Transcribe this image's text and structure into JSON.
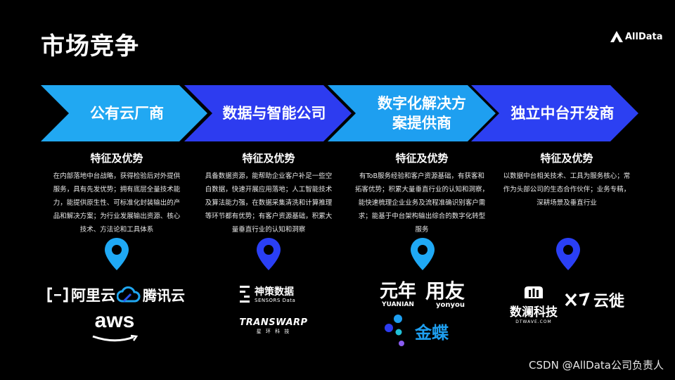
{
  "page": {
    "title": "市场竞争",
    "logo_text": "AllData",
    "watermark": "CSDN @AllData公司负责人"
  },
  "colors": {
    "chevron_1": "#21a8f2",
    "chevron_2": "#2d3cf0",
    "chevron_3": "#1e9ff0",
    "chevron_4": "#2c40f2",
    "pin_cyan": "#1fa9f5",
    "pin_blue": "#2a3ff5"
  },
  "segments": [
    {
      "name": "公有云厂商",
      "heading": "特征及优势",
      "desc_lines": [
        "在内部落地中台战略，获得检验后对外提供",
        "服务，具有先发优势；拥有底层全量技术能",
        "力，能提供原生性、可标准化封装输出的产",
        "品和解决方案；为行业发展输出资源、核心",
        "技术、方法论和工具体系"
      ],
      "vendors": [
        "阿里云",
        "腾讯云",
        "aws"
      ]
    },
    {
      "name": "数据与智能公司",
      "heading": "特征及优势",
      "desc_lines": [
        "具备数据资源，能帮助企业客户补足一些空",
        "白数据，快速开展应用落地；人工智能技术",
        "及算法能力强，在数据采集清洗和计算推理",
        "等环节都有优势；有客户资源基础，积累大",
        "量垂直行业的认知和洞察"
      ],
      "vendors": [
        "神策数据",
        "SENSORS Data",
        "TRANSWARP",
        "星 环 科 技"
      ]
    },
    {
      "name_lines": [
        "数字化解决方",
        "案提供商"
      ],
      "heading": "特征及优势",
      "desc_lines": [
        "有ToB服务经验和客户资源基础，有获客和",
        "拓客优势；积累大量垂直行业的认知和洞察，",
        "能快速梳理企业业务及流程准确识别客户需",
        "求；能基于中台架构输出综合的数字化转型",
        "服务"
      ],
      "vendors": [
        "元年",
        "YUANIAN",
        "用友",
        "yonyou",
        "金蝶"
      ]
    },
    {
      "name": "独立中台开发商",
      "heading": "特征及优势",
      "desc_lines": [
        "以数据中台相关技术、工具为服务核心；常",
        "作为头部公司的生态合作伙伴；业务专精，",
        "深耕场景及垂直行业"
      ],
      "vendors": [
        "数澜科技",
        "DTWAVE.COM",
        "云徙"
      ]
    }
  ]
}
